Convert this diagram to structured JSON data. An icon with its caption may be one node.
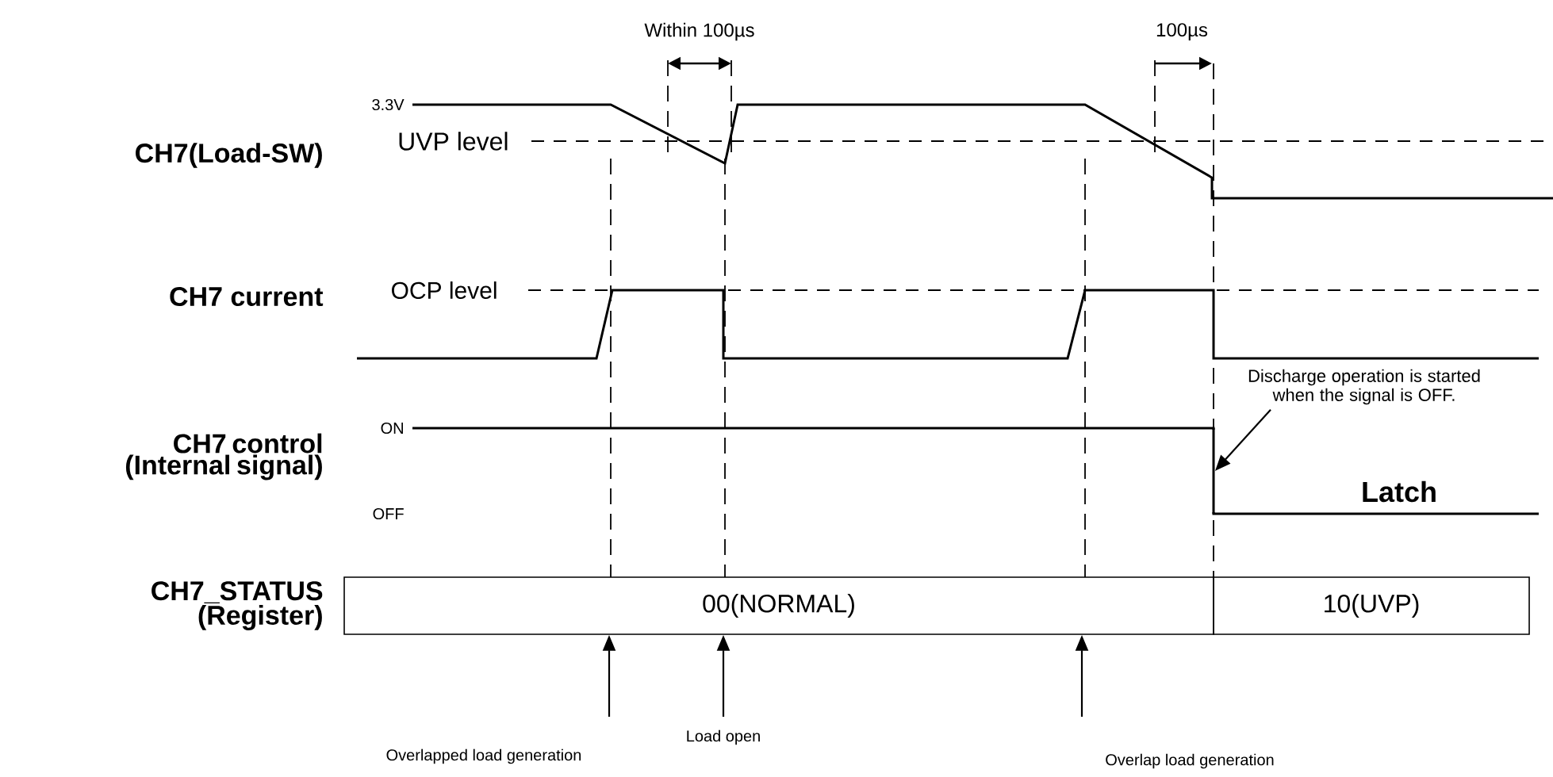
{
  "diagram": {
    "nodes": [
      {
        "text": [
          "00(NORMAL)"
        ]
      },
      {
        "text": [
          "10(UVP)"
        ]
      },
      {
        "text": [
          "Overlapped load generation"
        ]
      },
      {
        "text": [
          "Load open"
        ]
      },
      {
        "text": [
          "Overlap load generation"
        ]
      },
      {
        "text": [
          "Discharge operation is started when the signal is OFF."
        ]
      },
      {
        "text": [],
        "shape": "line"
      }
    ],
    "edges": [
      {
        "from": 2,
        "to": 0,
        "arrow": "to"
      },
      {
        "from": 3,
        "to": 0,
        "arrow": "to"
      },
      {
        "from": 4,
        "to": 0,
        "arrow": "to"
      },
      {
        "from": 5,
        "to": 6,
        "arrow": "to"
      }
    ],
    "labels": [
      "Within 100µs",
      "100µs",
      "3.3V",
      "CH7(Load-SW)",
      "UVP level",
      "CH7 current",
      "OCP level",
      "CH7 control (Internal signal)",
      "ON",
      "OFF",
      "Latch",
      "CH7_STATUS (Register)"
    ]
  }
}
